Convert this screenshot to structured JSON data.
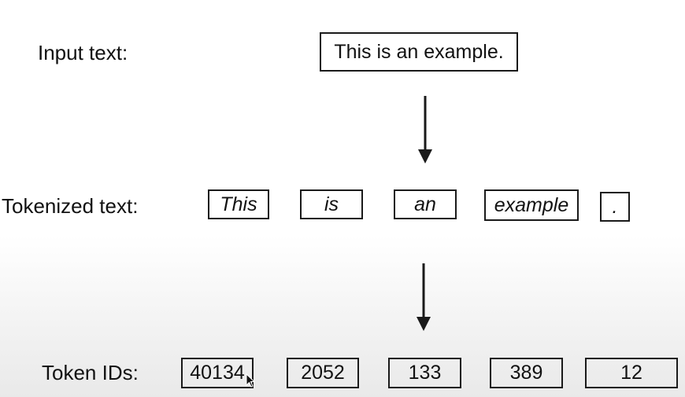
{
  "input": {
    "label": "Input text:",
    "text": "This is an example."
  },
  "tokenized": {
    "label": "Tokenized text:",
    "tokens": [
      "This",
      "is",
      "an",
      "example",
      "."
    ]
  },
  "ids": {
    "label": "Token IDs:",
    "values": [
      "40134",
      "2052",
      "133",
      "389",
      "12"
    ]
  },
  "colors": {
    "line": "#1a1a1a",
    "text": "#111111",
    "background_top": "#ffffff",
    "background_bottom": "#e9e9e9"
  },
  "icons": {
    "arrow": "arrow-down-icon",
    "cursor": "mouse-pointer-icon"
  }
}
